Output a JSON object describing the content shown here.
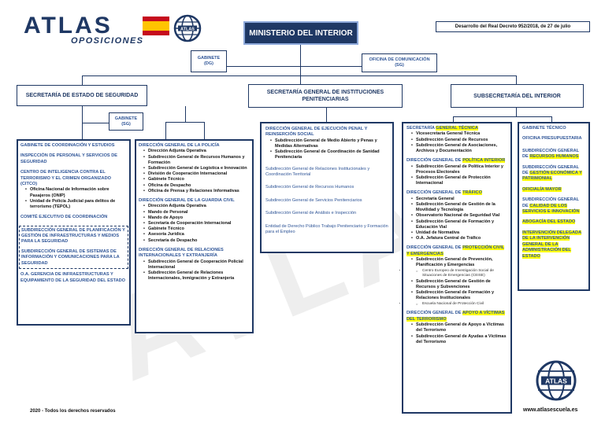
{
  "brand": {
    "name": "ATLAS",
    "sub": "OPOSICIONES",
    "globe_label": "ATLAS"
  },
  "title": "MINISTERIO DEL INTERIOR",
  "decree": "Desarrollo del Real Decreto 952/2018, de 27 de julio",
  "gabinete_top": {
    "l1": "GABINETE",
    "l2": "(DG)"
  },
  "oficina_comunicacion": {
    "l1": "OFICINA DE COMUNICACIÓN",
    "l2": "(SG)"
  },
  "sec_estado": "SECRETARÍA DE ESTADO DE SEGURIDAD",
  "sec_general": {
    "l1": "SECRETARÍA GENERAL DE INSTITUCIONES",
    "l2": "PENITENCIARIAS"
  },
  "subsecretaria": "SUBSECRETARÍA DEL INTERIOR",
  "gabinete_sg": {
    "l1": "GABINETE",
    "l2": "(SG)"
  },
  "col1": {
    "item1": "GABINETE DE COORDINACIÓN Y ESTUDIOS",
    "item2": "INSPECCIÓN DE PERSONAL Y SERVICIOS DE SEGURIDAD",
    "item3": "CENTRO DE INTELIGENCIA CONTRA EL TERRORISMO Y EL CRIMEN ORGANIZADO (CITCO)",
    "item3_bullets": [
      "Oficina Nacional de Información sobre Pasajeros (ONIP)",
      "Unidad de Policía Judicial para delitos de terrorismo (TEPOL)"
    ],
    "item4": "COMITÉ EJECUTIVO DE COORDINACIÓN",
    "item5": "SUBDIRECCIÓN GENERAL DE PLANIFICACIÓN Y GESTIÓN DE INFRAESTRUCTURAS Y MEDIOS PARA LA SEGURIDAD",
    "item6": "SUBDIRECCIÓN GENERAL DE SISTEMAS DE INFORMACIÓN Y COMUNICACIONES PARA LA SEGURIDAD",
    "item7": "O.A. GERENCIA DE INFRAESTRUCTURAS Y EQUIPAMIENTO DE LA SEGURIDAD DEL ESTADO"
  },
  "col2": {
    "policia_title": "DIRECCIÓN GENERAL DE LA POLICÍA",
    "policia_bullets": [
      "Dirección Adjunta Operativa",
      "Subdirección General de Recursos Humanos y Formación",
      "Subdirección General de Logística e Innovación",
      "División de Cooperación Internacional",
      "Gabinete Técnico",
      "Oficina de Despacho",
      "Oficina de Prensa y Relaciones Informativas"
    ],
    "guardia_title": "DIRECCIÓN GENERAL DE LA GUARDIA CIVIL",
    "guardia_bullets": [
      "Dirección Adjunta Operativa",
      "Mando de Personal",
      "Mando de Apoyo",
      "Secretaría de Cooperación Internacional",
      "Gabinete Técnico",
      "Asesoría Jurídica",
      "Secretaría de Despacho"
    ],
    "rel_title": "DIRECCIÓN GENERAL DE RELACIONES INTERNACIONALES Y EXTRANJERÍA",
    "rel_bullets": [
      "Subdirección General de Cooperación Policial Internacional",
      "Subdirección General de Relaciones Internacionales, Inmigración y Extranjería"
    ]
  },
  "col3": {
    "dg_title": "DIRECCIÓN GENERAL DE EJECUCIÓN PENAL Y REINSERCIÓN SOCIAL",
    "dg_bullets": [
      "Subdirección General de Medio Abierto y Penas y Medidas Alternativas",
      "Subdirección General de Coordinación de Sanidad Penitenciaria"
    ],
    "sub1": "Subdirección General de Relaciones Institucionales y Coordinación Territorial",
    "sub2": "Subdirección General de Recursos Humanos",
    "sub3": "Subdirección General de Servicios Penitenciarios",
    "sub4": "Subdirección General de Análisis e Inspección",
    "sub5": "Entidad de Derecho Público Trabajo Penitenciario y Formación para el Empleo"
  },
  "col4": {
    "sgt_pre": "SECRETARÍA ",
    "sgt_hl": "GENERAL TÉCNICA",
    "sgt_bullets": [
      "Vicesecretaría General Técnica",
      "Subdirección General de Recursos",
      "Subdirección General de Asociaciones, Archivos y Documentación"
    ],
    "dgpi_pre": "DIRECCIÓN GENERAL DE ",
    "dgpi_hl": "POLÍTICA INTERIOR",
    "dgpi_bullets": [
      "Subdirección General de Política Interior y Procesos Electorales",
      "Subdirección General de Protección Internacional"
    ],
    "dgt_pre": "DIRECCIÓN GENERAL DE ",
    "dgt_hl": "TRÁFICO",
    "dgt_bullets": [
      "Secretaría General",
      "Subdirección General de Gestión de la Movilidad y Tecnología",
      "Observatorio Nacional de Seguridad Vial",
      "Subdirección General de Formación y Educación Vial",
      "Unidad de Normativa",
      "O.A. Jefatura Central de Tráfico"
    ],
    "dgpc_pre": "DIRECCIÓN GENERAL DE ",
    "dgpc_hl": "PROTECCIÓN CIVIL Y EMERGENCIAS",
    "dgpc_b1": "Subdirección General de Prevención, Planificación y Emergencias",
    "dgpc_c1": "Centro Europeo de Investigación Social de Situaciones de Emergencias (CEISE)",
    "dgpc_b2": "Subdirección General de Gestión de Recursos y Subvenciones",
    "dgpc_b3": "Subdirección General de Formación y Relaciones Institucionales",
    "dgpc_c2": "Escuela Nacional de Protección Civil",
    "dgav_pre": "DIRECCIÓN GENERAL DE ",
    "dgav_hl": "APOYO A VÍCTIMAS DEL TERRORISMO",
    "dgav_bullets": [
      "Subdirección General de Apoyo a Víctimas del Terrorismo",
      "Subdirección General de Ayudas a Víctimas del Terrorismo"
    ]
  },
  "col5": {
    "gab": "GABINETE TÉCNICO",
    "ofi": "OFICINA PRESUPUESTARIA",
    "rh_pre": "SUBDIRECCIÓN GENERAL DE ",
    "rh_hl": "RECURSOS HUMANOS",
    "gep_pre": "SUBDIRECCIÓN GENERAL DE ",
    "gep_hl": "GESTIÓN ECONÓMICA Y PATRIMONIAL",
    "om": "OFICIALÍA MAYOR",
    "cal_pre": "SUBDIRECCIÓN GENERAL DE ",
    "cal_hl": "CALIDAD DE LOS SERVICIOS E INNOVACIÓN",
    "abo": "ABOGACÍA DEL ESTADO",
    "int": "INTERVENCIÓN DELEGADA DE LA INTERVENCIÓN GENERAL DE LA ADMINISTRACIÓN DEL ESTADO"
  },
  "footer": {
    "copyright": "2020 - Todos los derechos reservados",
    "url": "www.atlasescuela.es"
  },
  "watermark": "ATLAS"
}
